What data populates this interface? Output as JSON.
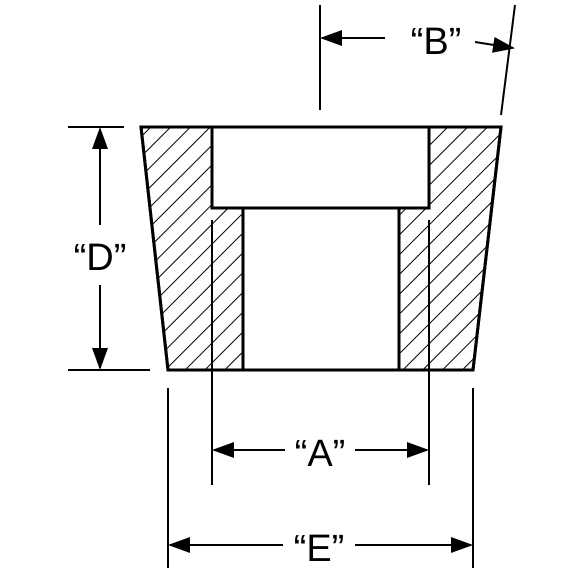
{
  "diagram": {
    "labels": {
      "a": "“A”",
      "b": "“B”",
      "d": "“D”",
      "e": "“E”"
    },
    "colors": {
      "line": "#000000",
      "background": "#ffffff"
    }
  }
}
